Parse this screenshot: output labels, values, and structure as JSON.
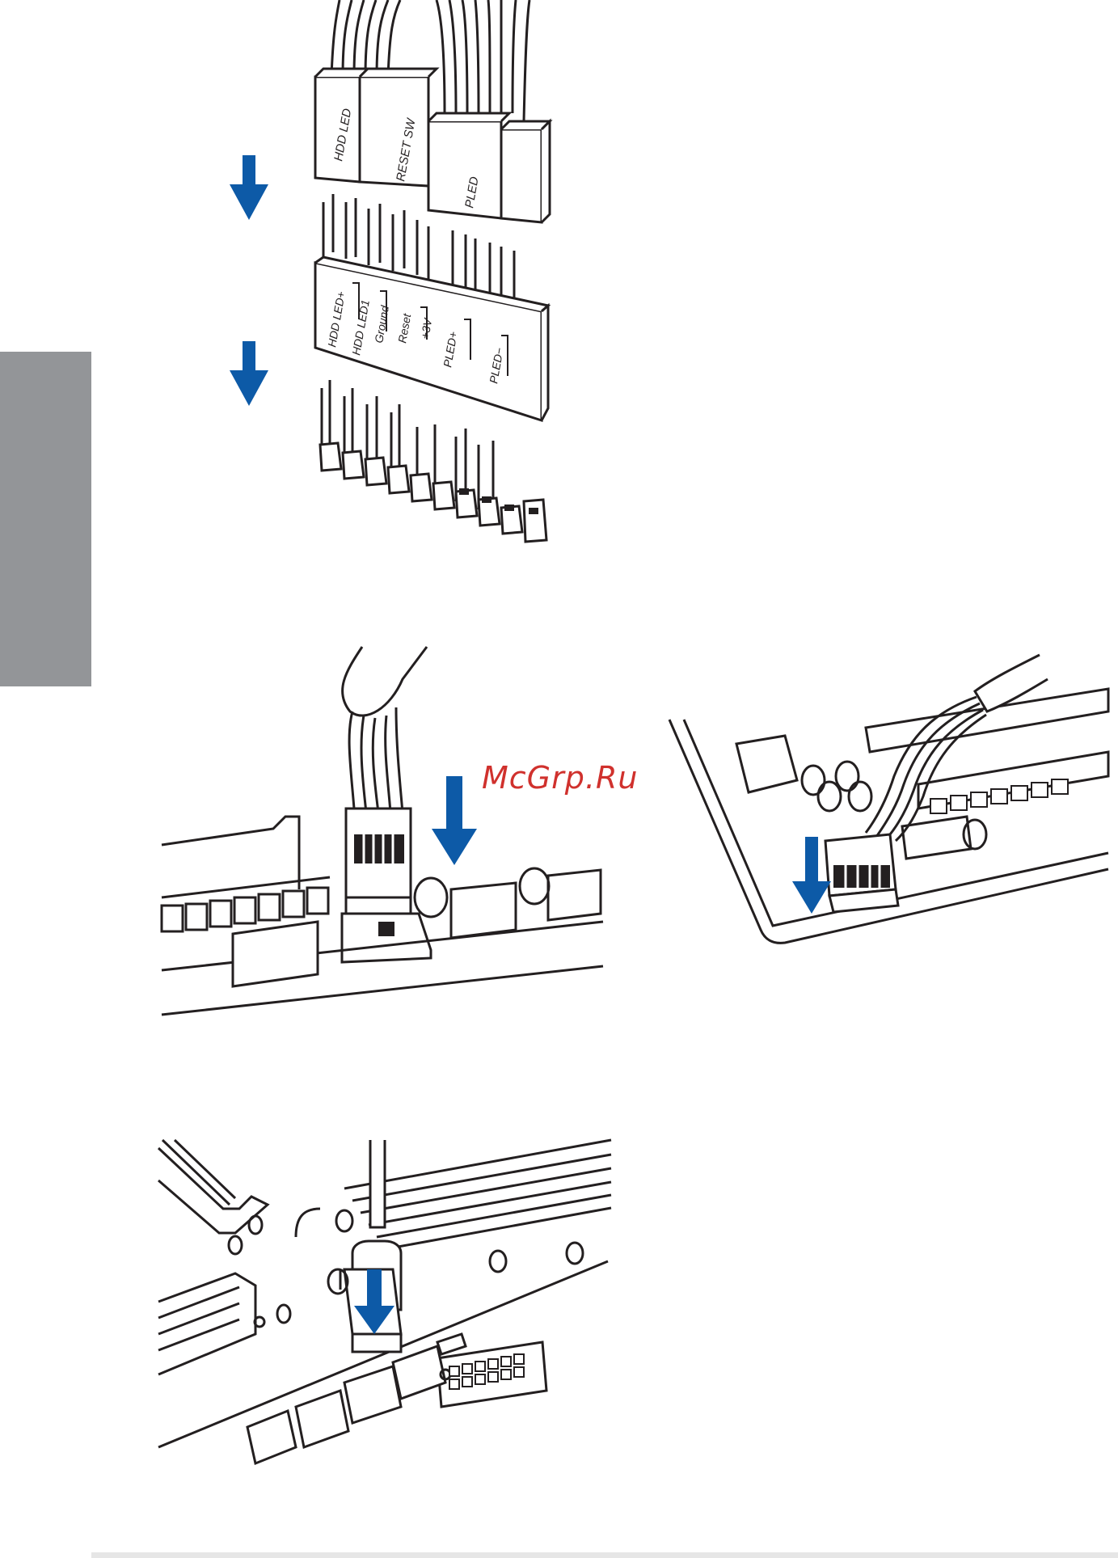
{
  "connector_labels": [
    "HDD LED",
    "RESET SW",
    "PLED"
  ],
  "pin_labels": [
    "HDD LED+",
    "HDD LED1",
    "Ground",
    "Reset",
    "+3V",
    "PLED+",
    "PLED−"
  ],
  "watermark": "McGrp.Ru",
  "colors": {
    "arrow": "#0d5aa7",
    "side_tab": "#939598",
    "line": "#231f20",
    "watermark": "#d0312d"
  }
}
